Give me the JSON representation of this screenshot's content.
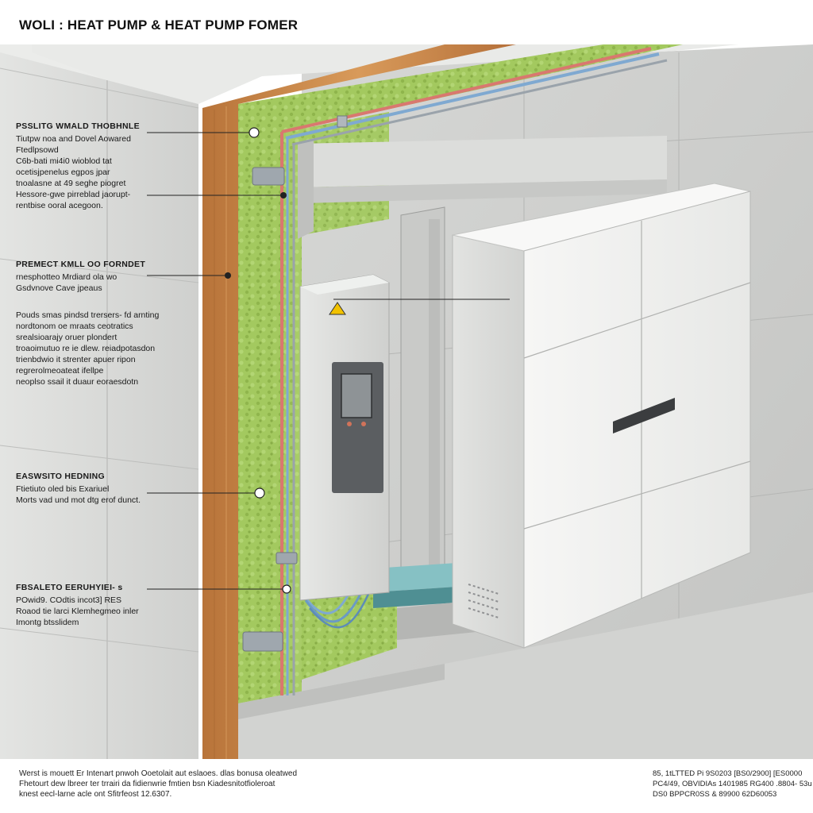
{
  "title": "WOLI : HEAT PUMP & HEAT PUMP FOMER",
  "callouts": [
    {
      "heading": "PSSLITG WMALD THOBHNLE",
      "lines": [
        "Tiutpw noa and Dovel Aowared",
        "Ftedlpsowd",
        "C6b-bati mi4i0 wioblod tat",
        "ocetisjpenelus egpos jpar",
        "tnoalasne at 49 seghe piogret",
        "Hessore-gwe pirreblad jaorupt-",
        "rentbise ooral acegoon."
      ]
    },
    {
      "heading": "PREMECT KMLL OO FORNDET",
      "lines": [
        "rnesphotteo Mrdiard ola wo",
        "Gsdvnove Cave jpeaus"
      ]
    },
    {
      "heading": "",
      "lines": [
        "Pouds smas pindsd trersers- fd arnting",
        "nordtonom oe mraats ceotratics",
        "srealsioarajy oruer plondert",
        "troaoimutuo re ie dlew. reiadpotasdon",
        "trienbdwio it strenter apuer ripon",
        "regrerolmeoateat ifellpe",
        "neoplso ssail it duaur eoraesdotn"
      ]
    },
    {
      "heading": "EASWSITO HEDNING",
      "lines": [
        "Ftietiuto oled bis Exariuel",
        "Morts vad und mot dtg erof dunct."
      ]
    },
    {
      "heading": "FBSALETO EERUHYIEI- s",
      "lines": [
        "POwid9. COdtis incot3] RES",
        "Roaod tie larci Klemhegmeo inler",
        "Imontg btsslidem"
      ]
    }
  ],
  "footer_left": [
    "Werst is mouett Er Intenart pnwoh Ooetolait aut eslaoes. dlas bonusa oleatwed",
    "Fhetourt dew lbreer ter trrairi da fidienwrie fmtien bsn Kiadesnitotfioleroat",
    "knest eecl-larne acle ont Sfitrfeost 12.6307."
  ],
  "footer_right": [
    "85, 1tLTTED Pi 9S0203 [BS0/2900] [ES0000",
    "PC4/49, OBVIDIAs 1401985 RG400 .8804- 53u",
    "DS0 BPPCR0SS & 89900 62D60053"
  ],
  "colors": {
    "wall_panel": "#d7d8d6",
    "timber": "#c98a4a",
    "insulation": "#9cc35a",
    "pipe_red": "#d9786f",
    "pipe_blue": "#7fa9d1",
    "unit_white": "#f1f1f0",
    "control_box": "#dedfdd"
  }
}
